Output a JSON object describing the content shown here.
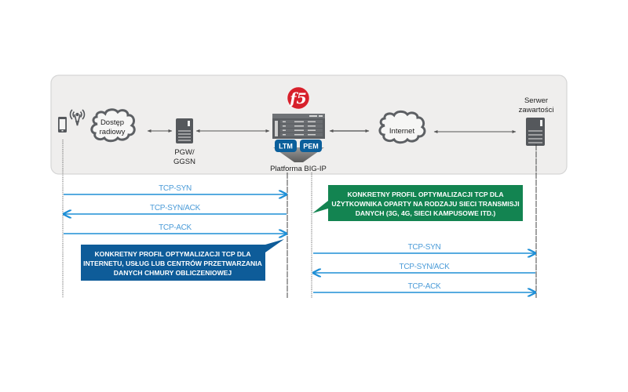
{
  "colors": {
    "panel_fill": "#efeeed",
    "panel_border": "#d6d6d6",
    "device_gray": "#55585c",
    "message_blue": "#1f8fd6",
    "message_text": "#4a9bd8",
    "callout_blue": "#0e5c99",
    "callout_green": "#138451",
    "f5_red": "#d7202b",
    "badge_blue": "#0b5f9b"
  },
  "nodes": {
    "phone": {
      "label": ""
    },
    "radio_access": {
      "label_line1": "Dostęp",
      "label_line2": "radiowy"
    },
    "pgw": {
      "label_line1": "PGW/",
      "label_line2": "GGSN"
    },
    "bigip": {
      "logo_text": "f5",
      "badge_left": "LTM",
      "badge_right": "PEM",
      "label": "Platforma BIG-IP"
    },
    "internet": {
      "label": "Internet"
    },
    "server": {
      "label_line1": "Serwer",
      "label_line2": "zawartości"
    }
  },
  "messages": [
    {
      "label": "TCP-SYN",
      "direction": "right",
      "segment": "client-side"
    },
    {
      "label": "TCP-SYN/ACK",
      "direction": "left",
      "segment": "client-side"
    },
    {
      "label": "TCP-ACK",
      "direction": "right",
      "segment": "client-side"
    },
    {
      "label": "TCP-SYN",
      "direction": "right",
      "segment": "server-side"
    },
    {
      "label": "TCP-SYN/ACK",
      "direction": "left",
      "segment": "server-side"
    },
    {
      "label": "TCP-ACK",
      "direction": "right",
      "segment": "server-side"
    }
  ],
  "callouts": {
    "green": {
      "line1": "KONKRETNY PROFIL OPTYMALIZACJI TCP DLA",
      "line2": "UŻYTKOWNIKA OPARTY NA RODZAJU SIECI TRANSMISJI",
      "line3": "DANYCH (3G, 4G, SIECI KAMPUSOWE ITD.)"
    },
    "blue": {
      "line1": "KONKRETNY PROFIL OPTYMALIZACJI TCP DLA",
      "line2": "INTERNETU, USŁUG LUB CENTRÓW PRZETWARZANIA",
      "line3": "DANYCH CHMURY OBLICZENIOWEJ"
    }
  }
}
